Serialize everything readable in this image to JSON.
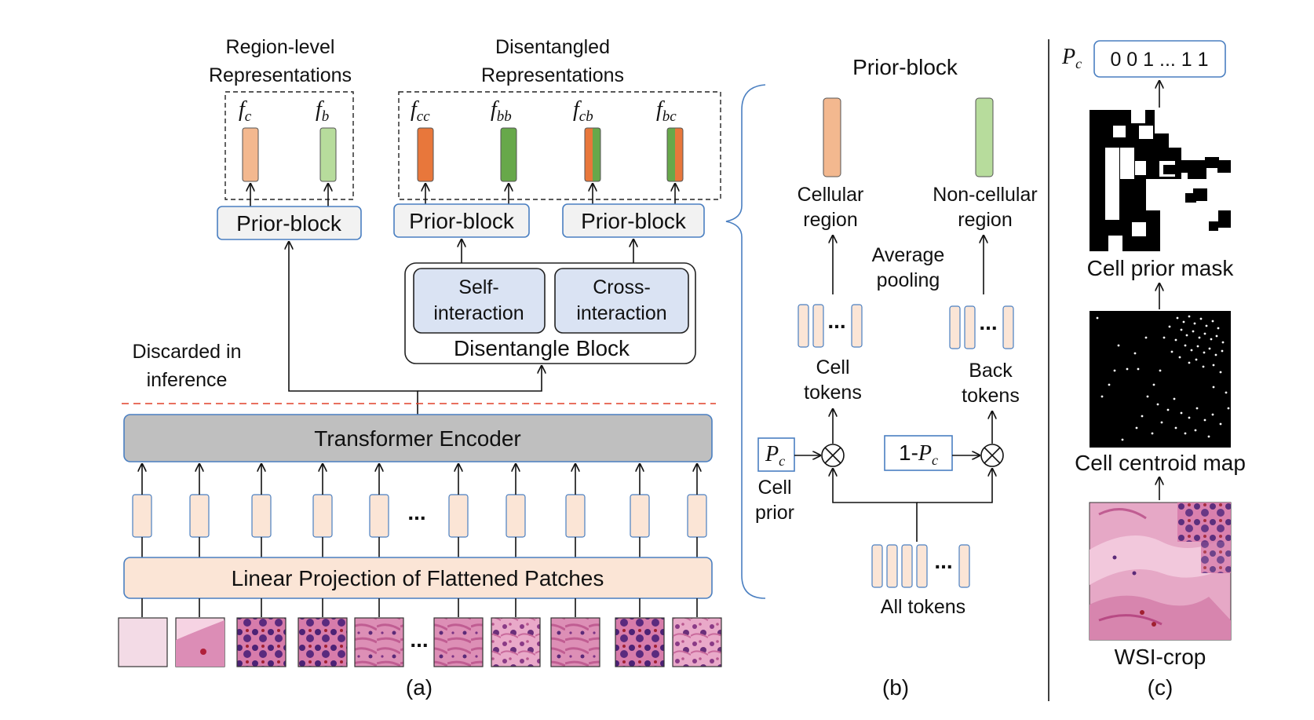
{
  "panel_a": {
    "region_title_1": "Region-level",
    "region_title_2": "Representations",
    "disentangled_title_1": "Disentangled",
    "disentangled_title_2": "Representations",
    "f_c": "f",
    "f_c_sub": "c",
    "f_b": "f",
    "f_b_sub": "b",
    "f_cc": "f",
    "f_cc_sub": "cc",
    "f_bb": "f",
    "f_bb_sub": "bb",
    "f_cb": "f",
    "f_cb_sub": "cb",
    "f_bc": "f",
    "f_bc_sub": "bc",
    "prior_block_label": "Prior-block",
    "self_interaction_1": "Self-",
    "self_interaction_2": "interaction",
    "cross_interaction_1": "Cross-",
    "cross_interaction_2": "interaction",
    "disentangle_block": "Disentangle Block",
    "discarded_1": "Discarded in",
    "discarded_2": "inference",
    "transformer_encoder": "Transformer Encoder",
    "ellipsis": "...",
    "linear_projection": "Linear Projection of Flattened Patches",
    "caption": "(a)"
  },
  "panel_b": {
    "title": "Prior-block",
    "cellular_region_1": "Cellular",
    "cellular_region_2": "region",
    "noncellular_region_1": "Non-cellular",
    "noncellular_region_2": "region",
    "average_pooling_1": "Average",
    "average_pooling_2": "pooling",
    "cell_tokens_1": "Cell",
    "cell_tokens_2": "tokens",
    "back_tokens_1": "Back",
    "back_tokens_2": "tokens",
    "pc_symbol": "P",
    "pc_sub": "c",
    "one_minus_pc": "1-",
    "otimes": "⊗",
    "cell_prior_1": "Cell",
    "cell_prior_2": "prior",
    "all_tokens": "All tokens",
    "ellipsis": "...",
    "caption": "(b)"
  },
  "panel_c": {
    "pc_symbol": "P",
    "pc_sub": "c",
    "pc_vector": "0 0 1 ... 1 1",
    "cell_prior_mask": "Cell prior mask",
    "cell_centroid_map": "Cell centroid map",
    "wsi_crop": "WSI-crop",
    "caption": "(c)"
  },
  "colors": {
    "cellular": "#f3b88f",
    "noncellular": "#b7dc9c",
    "cellular_dark": "#e8773b",
    "noncellular_dark": "#67a84a",
    "token_fill": "#fbe5d6",
    "block_border": "#4a7fc1",
    "interaction_fill": "#dae3f3",
    "encoder_fill": "#bfbfbf",
    "projection_fill": "#fbe5d6",
    "discard_line": "#e0402a"
  }
}
